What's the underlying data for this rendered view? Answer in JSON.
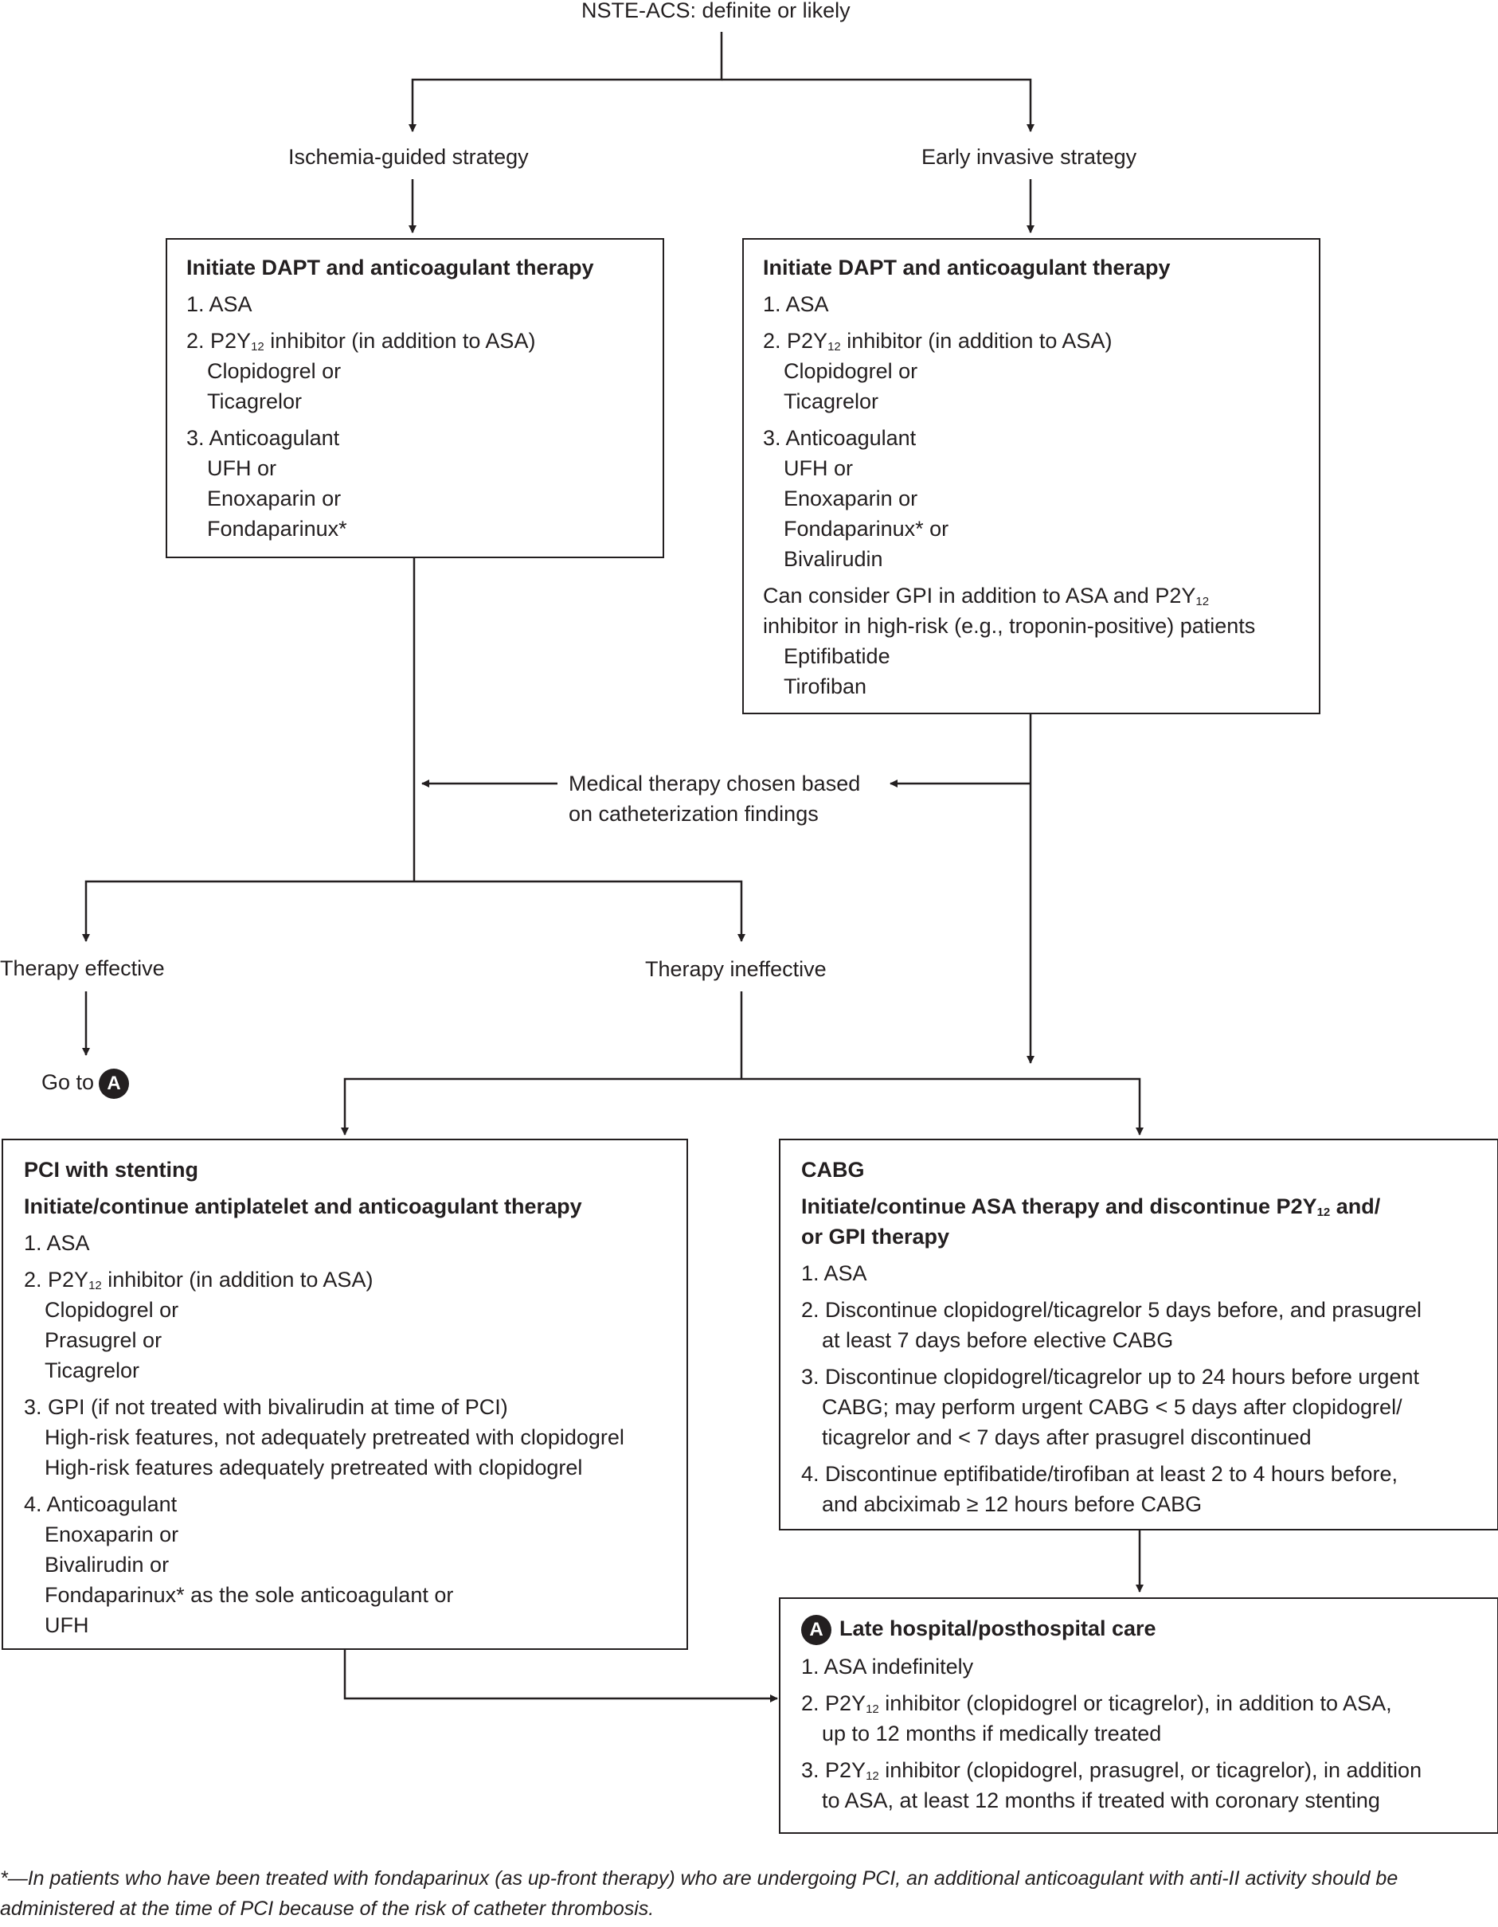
{
  "top_label": "NSTE-ACS: definite or likely",
  "branches": {
    "left": "Ischemia-guided strategy",
    "right": "Early invasive strategy"
  },
  "box_ischemia": {
    "title": "Initiate DAPT and anticoagulant therapy",
    "item1": "1. ASA",
    "item2_pre": "2. P2Y",
    "item2_sub": "12",
    "item2_post": " inhibitor (in addition to ASA)",
    "item2_opts": [
      "Clopidogrel or",
      "Ticagrelor"
    ],
    "item3": "3. Anticoagulant",
    "item3_opts": [
      "UFH or",
      "Enoxaparin or",
      "Fondaparinux*"
    ]
  },
  "box_invasive": {
    "title": "Initiate DAPT and anticoagulant therapy",
    "item1": "1. ASA",
    "item2_pre": "2. P2Y",
    "item2_sub": "12",
    "item2_post": " inhibitor (in addition to ASA)",
    "item2_opts": [
      "Clopidogrel or",
      "Ticagrelor"
    ],
    "item3": "3. Anticoagulant",
    "item3_opts": [
      "UFH or",
      "Enoxaparin or",
      "Fondaparinux* or",
      "Bivalirudin"
    ],
    "gpi_pre": "Can consider GPI in addition to ASA and P2Y",
    "gpi_sub": "12",
    "gpi_line2": "inhibitor in high-risk (e.g., troponin-positive) patients",
    "gpi_opts": [
      "Eptifibatide",
      "Tirofiban"
    ]
  },
  "medical_note": [
    "Medical therapy chosen based",
    "on catheterization findings"
  ],
  "therapy_effective": "Therapy effective",
  "therapy_ineffective": "Therapy ineffective",
  "goto": {
    "text": "Go to",
    "badge": "A"
  },
  "box_pci": {
    "title1": "PCI with stenting",
    "title2": "Initiate/continue antiplatelet and anticoagulant therapy",
    "item1": "1. ASA",
    "item2_pre": "2. P2Y",
    "item2_sub": "12",
    "item2_post": " inhibitor (in addition to ASA)",
    "item2_opts": [
      "Clopidogrel or",
      "Prasugrel or",
      "Ticagrelor"
    ],
    "item3": "3. GPI (if not treated with bivalirudin at time of PCI)",
    "item3_opts": [
      "High-risk features, not adequately pretreated with clopidogrel",
      "High-risk features adequately pretreated with clopidogrel"
    ],
    "item4": "4. Anticoagulant",
    "item4_opts": [
      "Enoxaparin or",
      "Bivalirudin or",
      "Fondaparinux* as the sole anticoagulant or",
      "UFH"
    ]
  },
  "box_cabg": {
    "title1": "CABG",
    "title2_pre": "Initiate/continue ASA therapy and discontinue P2Y",
    "title2_sub": "12",
    "title2_post": " and/",
    "title2_line2": "or GPI therapy",
    "item1": "1. ASA",
    "item2": [
      "2. Discontinue clopidogrel/ticagrelor 5 days before, and prasugrel",
      "at least 7 days before elective CABG"
    ],
    "item3": [
      "3. Discontinue clopidogrel/ticagrelor up to 24 hours before urgent",
      "CABG; may perform urgent CABG < 5 days after clopidogrel/",
      "ticagrelor and < 7 days after prasugrel discontinued"
    ],
    "item4": [
      "4. Discontinue eptifibatide/tirofiban at least 2 to 4 hours before,",
      "and abciximab ≥ 12 hours before CABG"
    ]
  },
  "box_late": {
    "badge": "A",
    "title": "Late hospital/posthospital care",
    "item1": "1. ASA indefinitely",
    "item2_pre": "2. P2Y",
    "item2_sub": "12",
    "item2_post": " inhibitor (clopidogrel or ticagrelor), in addition to ASA,",
    "item2_line2": "up to 12 months if medically treated",
    "item3_pre": "3. P2Y",
    "item3_sub": "12",
    "item3_post": " inhibitor (clopidogrel, prasugrel, or ticagrelor), in addition",
    "item3_line2": "to ASA, at least 12 months if treated with coronary stenting"
  },
  "footnote": "*—In patients who have been treated with fondaparinux (as up-front therapy) who are undergoing PCI, an additional anticoagulant with anti-II activity should be administered at the time of PCI because of the risk of catheter thrombosis."
}
